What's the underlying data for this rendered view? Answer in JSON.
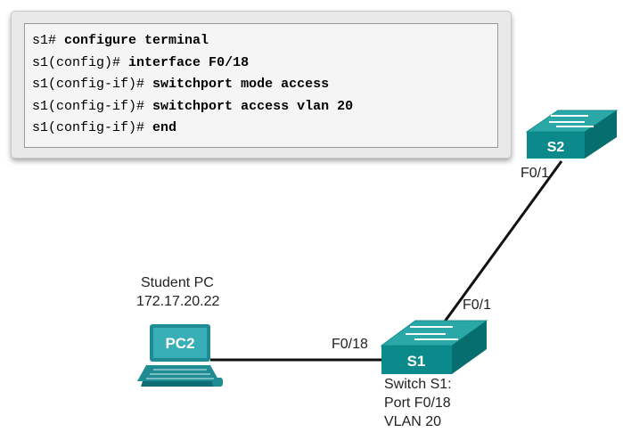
{
  "cli": {
    "lines": [
      {
        "prompt": "s1#",
        "command": "configure terminal"
      },
      {
        "prompt": "s1(config)#",
        "command": "interface F0/18"
      },
      {
        "prompt": "s1(config-if)#",
        "command": "switchport mode access"
      },
      {
        "prompt": "s1(config-if)#",
        "command": "switchport access vlan 20"
      },
      {
        "prompt": "s1(config-if)#",
        "command": "end"
      }
    ]
  },
  "devices": {
    "s2": {
      "label": "S2",
      "port": "F0/1"
    },
    "s1": {
      "label": "S1",
      "port_uplink": "F0/1",
      "port_pc": "F0/18",
      "caption": [
        "Switch S1:",
        "Port F0/18",
        "VLAN 20"
      ]
    },
    "pc": {
      "label": "PC2",
      "caption": [
        "Student PC",
        "172.17.20.22"
      ]
    }
  },
  "colors": {
    "switch_face": "#0a8a8a",
    "switch_top": "#2aa7a7",
    "switch_side": "#066e6e",
    "pc_body": "#2b9ea6",
    "link": "#111111"
  }
}
